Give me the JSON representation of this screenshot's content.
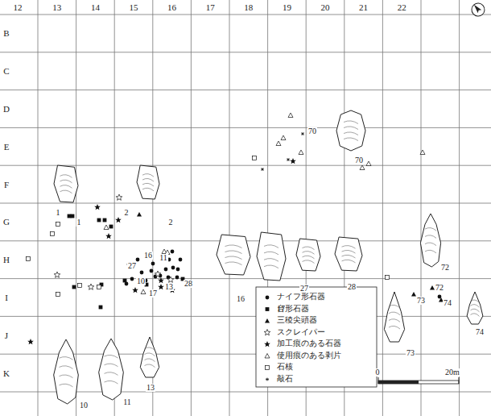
{
  "diagram": {
    "labels": [
      "12",
      "13",
      "14",
      "15",
      "16",
      "17",
      "18",
      "19",
      "20",
      "21",
      "22",
      "B",
      "C",
      "D",
      "E",
      "F",
      "G",
      "H",
      "I",
      "J",
      "K",
      "1",
      "1",
      "2",
      "2",
      "70",
      "70",
      "16",
      "11",
      "27",
      "10",
      "17",
      "13",
      "28",
      "16",
      "17",
      "27",
      "28",
      "72",
      "72",
      "73",
      "74",
      "73",
      "74",
      "10",
      "11",
      "13",
      "0",
      "20m"
    ],
    "legend": [
      {
        "text": "ナイフ形石器"
      },
      {
        "text": "台形石器"
      },
      {
        "text": "三稜尖頭器"
      },
      {
        "text": "スクレイパー"
      },
      {
        "text": "加工痕のある石器"
      },
      {
        "text": "使用痕のある剥片"
      },
      {
        "text": "石核"
      },
      {
        "text": "敲石"
      }
    ]
  }
}
